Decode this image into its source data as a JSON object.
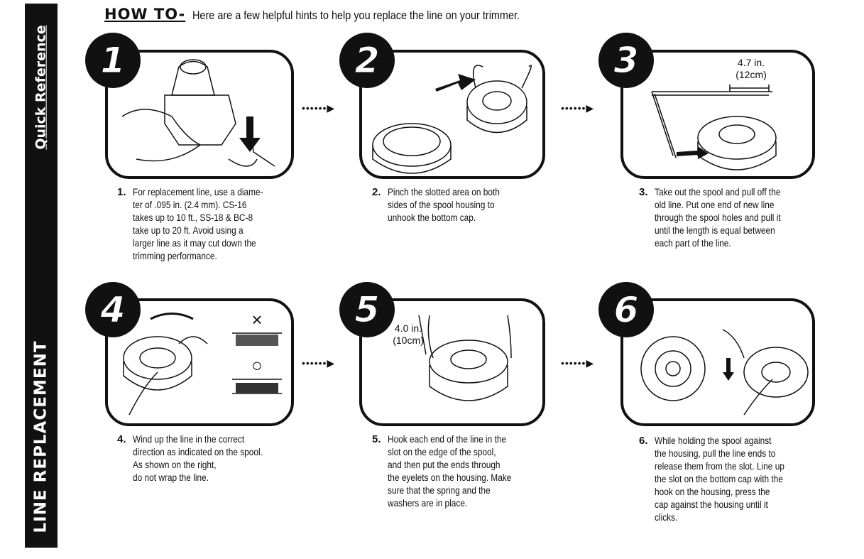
{
  "sidebar": {
    "top_label": "Quick Reference",
    "bottom_label": "LINE REPLACEMENT"
  },
  "header": {
    "title": "HOW TO-",
    "subtitle": "Here are a few helpful hints to help you replace the line on your trimmer."
  },
  "arrow": "••••••▶",
  "steps": [
    {
      "num": "1",
      "label": "1.",
      "text": "For replacement line, use a diame-\nter of .095 in. (2.4 mm). CS-16\ntakes up to 10 ft., SS-18 & BC-8\ntake up to 20 ft. Avoid using a\nlarger line as it may cut down the\ntrimming performance."
    },
    {
      "num": "2",
      "label": "2.",
      "text": "Pinch the slotted area on both\nsides of the spool housing to\nunhook the bottom cap."
    },
    {
      "num": "3",
      "label": "3.",
      "text": "Take out the spool and pull off the\nold line. Put one end of new line\nthrough the spool holes and pull it\nuntil the length is equal between\neach part of the line.",
      "measure": "4.7 in.",
      "measure_metric": "(12cm)"
    },
    {
      "num": "4",
      "label": "4.",
      "text": "Wind up the line in the correct\ndirection as indicated on the spool.\nAs shown on the right,\ndo not wrap the line.",
      "wrong_mark": "×",
      "right_mark": "○"
    },
    {
      "num": "5",
      "label": "5.",
      "text": "Hook each end of the line in the\nslot on the edge of the spool,\nand then put the ends through\nthe eyelets on the housing. Make\nsure that the spring and the\nwashers are in place.",
      "measure": "4.0 in.",
      "measure_metric": "(10cm)"
    },
    {
      "num": "6",
      "label": "6.",
      "text": "While holding the spool against\nthe housing, pull the line ends to\nrelease them from the slot. Line up\nthe slot on the bottom cap with the\nhook on the housing, press the\ncap against the housing until it\nclicks."
    }
  ]
}
